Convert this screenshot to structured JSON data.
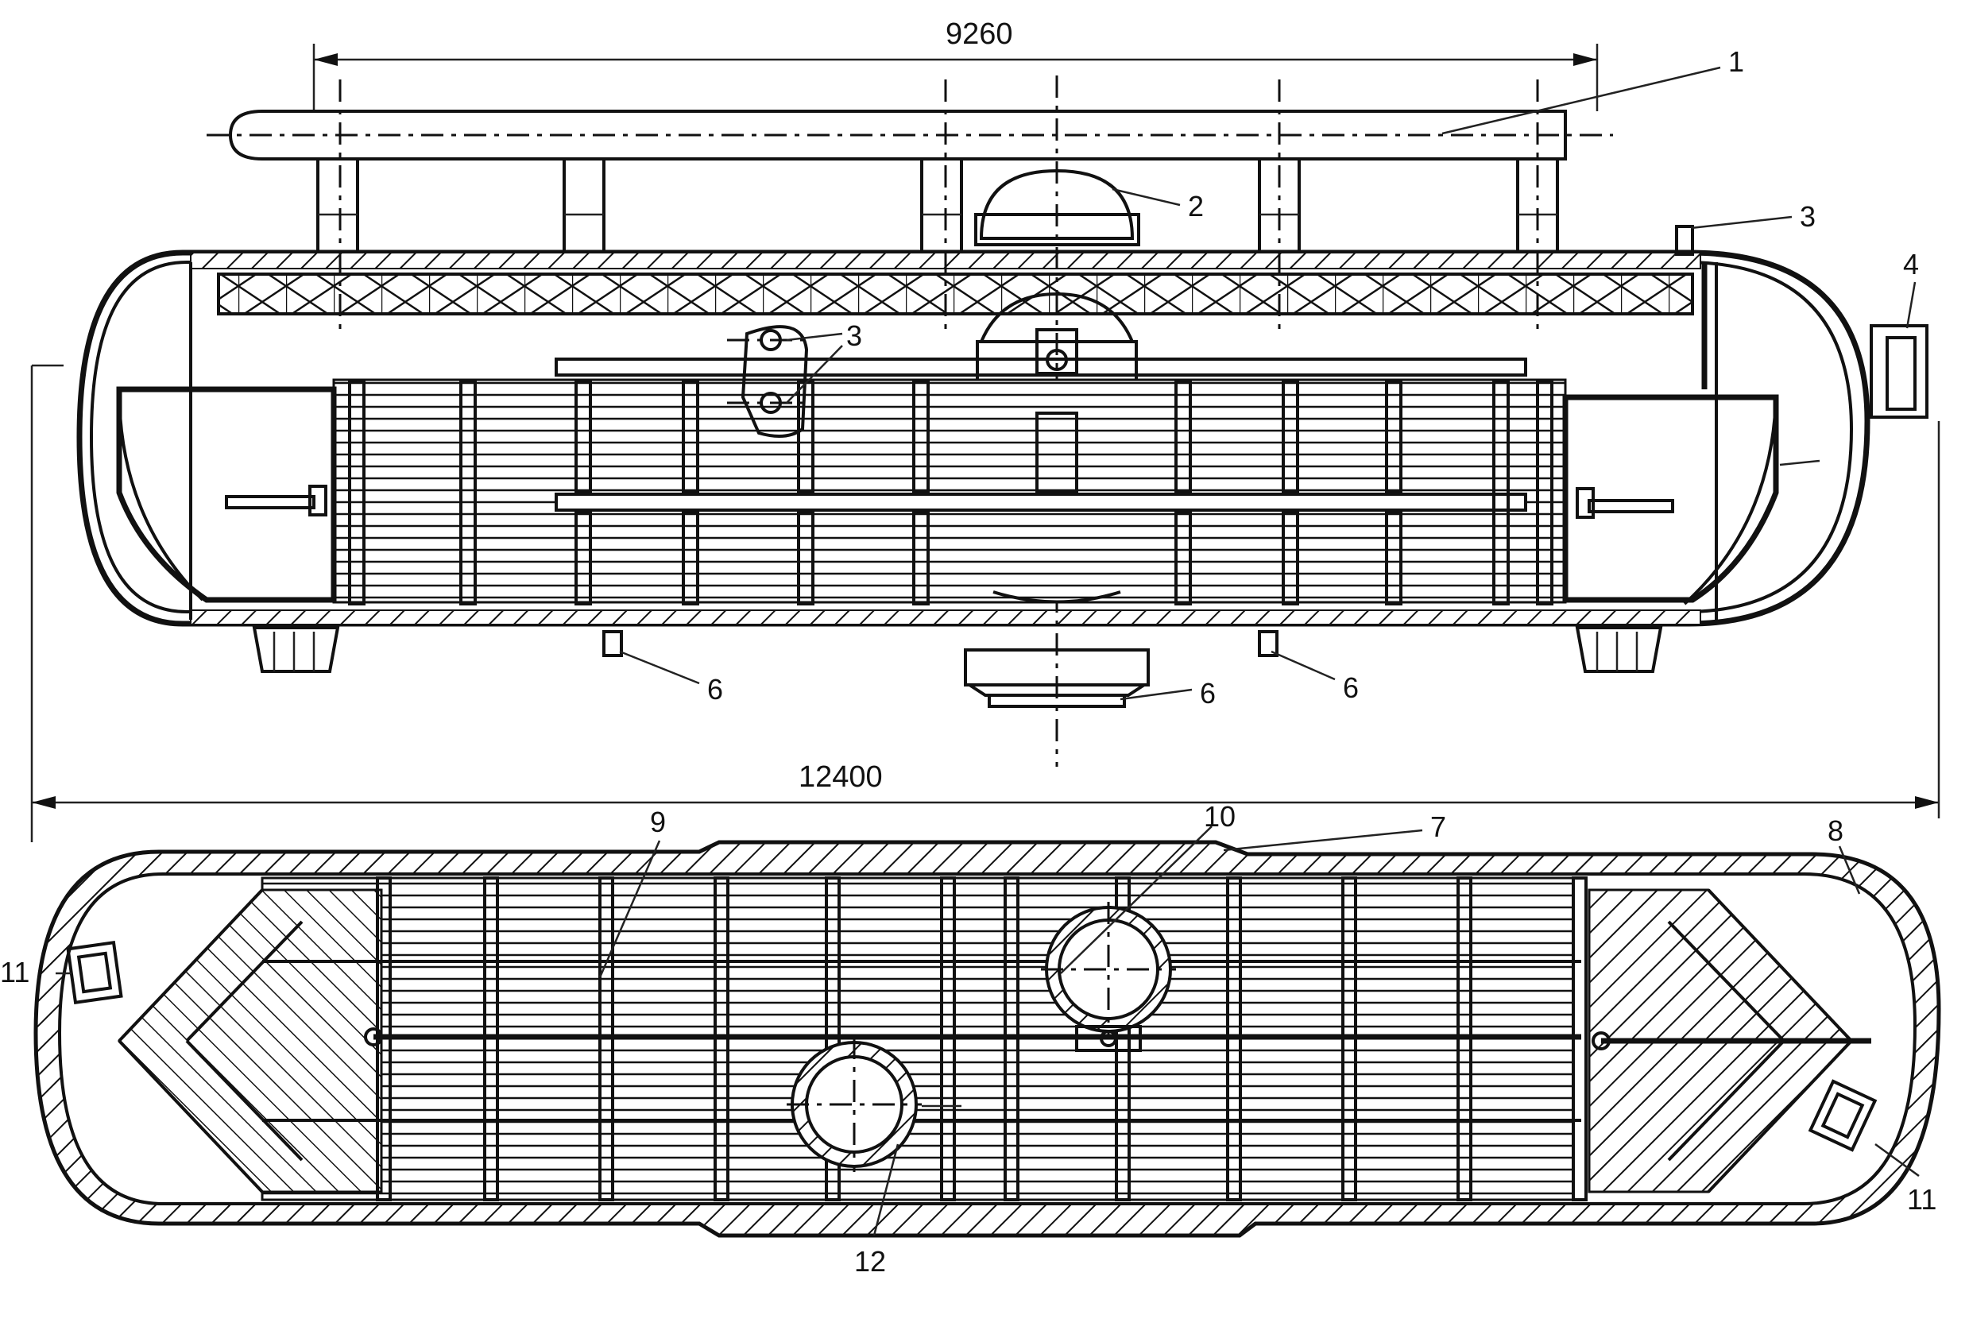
{
  "dimensions": {
    "top_span": "9260",
    "overall_length": "12400"
  },
  "callouts": {
    "c1": "1",
    "c2": "2",
    "c3a": "3",
    "c3b": "3",
    "c4": "4",
    "c6a": "6",
    "c6b": "6",
    "c6c": "6",
    "c7": "7",
    "c8": "8",
    "c9": "9",
    "c10": "10",
    "c11a": "11",
    "c11b": "11",
    "c12": "12"
  }
}
